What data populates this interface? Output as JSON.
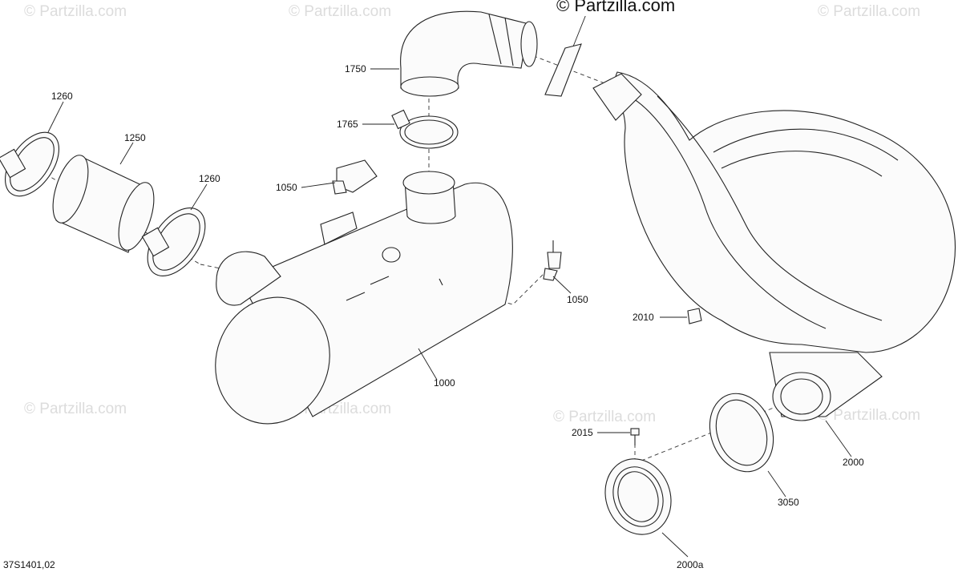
{
  "brand": {
    "copyright_text": "© Partzilla.com",
    "faint_watermark_text": "© Partzilla.com"
  },
  "diagram_code": "37S1401,02",
  "part_callouts": [
    {
      "key": "1750",
      "label": "1750"
    },
    {
      "key": "1260_top",
      "label": "1260"
    },
    {
      "key": "1250",
      "label": "1250"
    },
    {
      "key": "1765",
      "label": "1765"
    },
    {
      "key": "1260_mid",
      "label": "1260"
    },
    {
      "key": "1050_switch",
      "label": "1050"
    },
    {
      "key": "1050_sensor",
      "label": "1050"
    },
    {
      "key": "2010",
      "label": "2010"
    },
    {
      "key": "1000",
      "label": "1000"
    },
    {
      "key": "2015",
      "label": "2015"
    },
    {
      "key": "2000",
      "label": "2000"
    },
    {
      "key": "3050",
      "label": "3050"
    },
    {
      "key": "2000a",
      "label": "2000a"
    }
  ]
}
